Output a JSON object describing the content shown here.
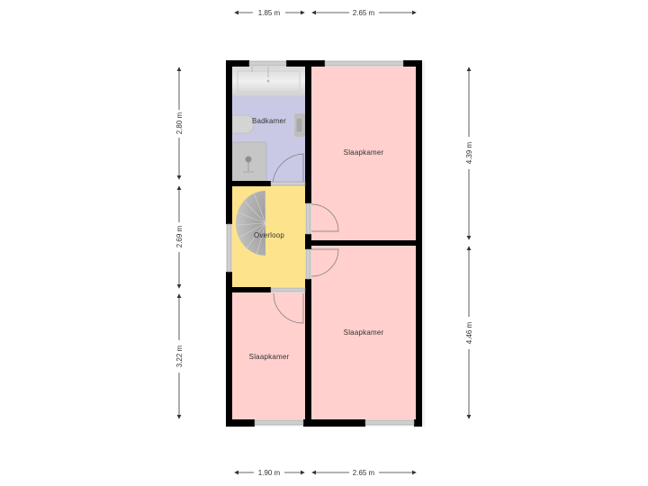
{
  "colors": {
    "wall": "#000000",
    "bedroom": "#ffd0ce",
    "bathroom": "#c9c9e6",
    "landing": "#fde38c",
    "fixture": "#bdbdbd",
    "window": "#c8c8c8",
    "dimension_line": "#333333"
  },
  "dimensions": {
    "top": [
      {
        "label": "1.85 m"
      },
      {
        "label": "2.65 m"
      }
    ],
    "bottom": [
      {
        "label": "1.90 m"
      },
      {
        "label": "2.65 m"
      }
    ],
    "left": [
      {
        "label": "2.80 m"
      },
      {
        "label": "2.69 m"
      },
      {
        "label": "3.22 m"
      }
    ],
    "right": [
      {
        "label": "4.39 m"
      },
      {
        "label": "4.46 m"
      }
    ]
  },
  "rooms": [
    {
      "id": "badkamer",
      "label": "Badkamer",
      "type": "bathroom"
    },
    {
      "id": "overloop",
      "label": "Overloop",
      "type": "landing"
    },
    {
      "id": "slaapkamer-top-right",
      "label": "Slaapkamer",
      "type": "bedroom"
    },
    {
      "id": "slaapkamer-bottom-right",
      "label": "Slaapkamer",
      "type": "bedroom"
    },
    {
      "id": "slaapkamer-bottom-left",
      "label": "Slaapkamer",
      "type": "bedroom"
    }
  ],
  "fixtures": [
    {
      "id": "bathtub",
      "name": "Bathtub"
    },
    {
      "id": "toilet",
      "name": "Toilet"
    },
    {
      "id": "sink",
      "name": "Sink"
    },
    {
      "id": "shower",
      "name": "Shower"
    },
    {
      "id": "spiral-staircase",
      "name": "Spiral staircase"
    }
  ]
}
